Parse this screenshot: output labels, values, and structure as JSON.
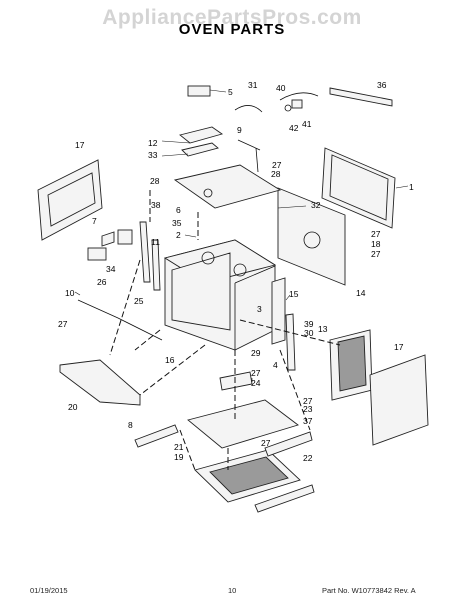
{
  "watermark": "AppliancePartsPros.com",
  "title": "OVEN PARTS",
  "footer": {
    "date": "01/19/2015",
    "page": "10",
    "part_number": "Part No. W10773842  Rev. A"
  },
  "callouts": [
    "1",
    "2",
    "3",
    "4",
    "5",
    "6",
    "7",
    "8",
    "9",
    "10",
    "11",
    "12",
    "13",
    "14",
    "15",
    "16",
    "17",
    "17",
    "18",
    "19",
    "20",
    "21",
    "22",
    "23",
    "24",
    "25",
    "26",
    "27",
    "27",
    "27",
    "27",
    "27",
    "27",
    "27",
    "28",
    "28",
    "29",
    "30",
    "31",
    "32",
    "33",
    "34",
    "35",
    "36",
    "37",
    "38",
    "39",
    "40",
    "41",
    "42"
  ]
}
